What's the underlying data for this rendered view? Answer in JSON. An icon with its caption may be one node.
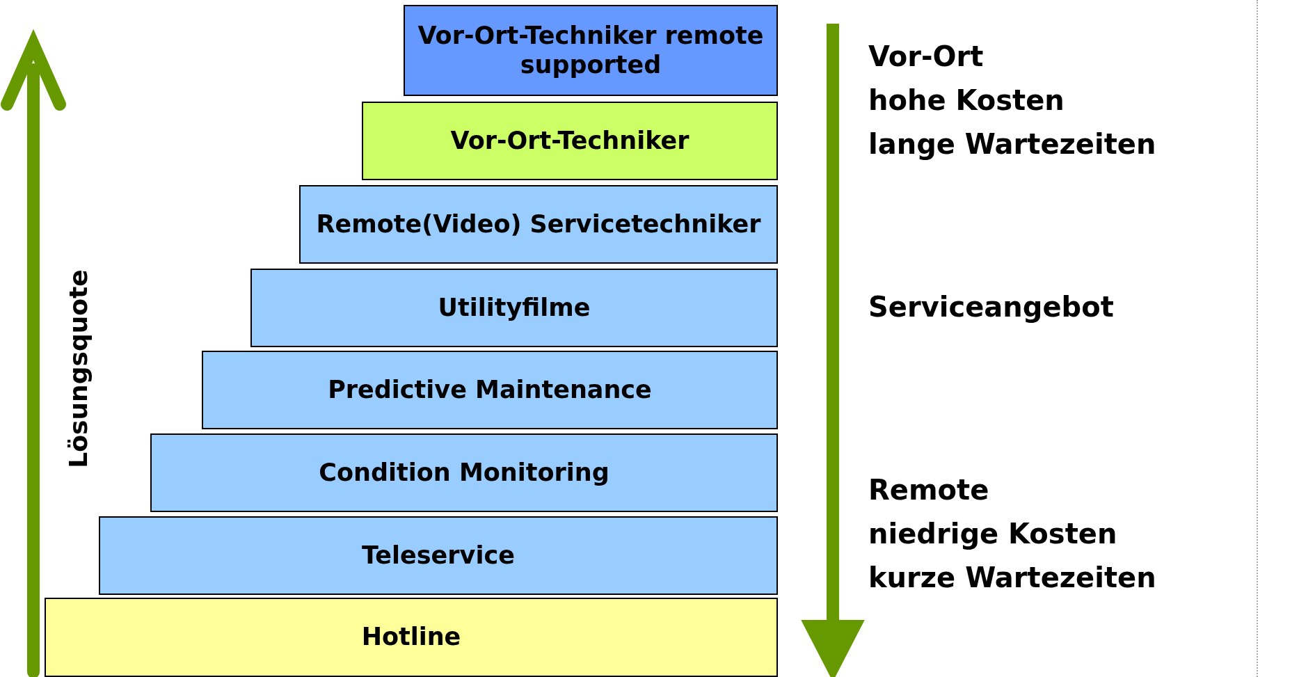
{
  "diagram": {
    "nodes": [
      {
        "text": [
          "Vor-Ort-Techniker remote supported"
        ]
      },
      {
        "text": [
          "Vor-Ort-Techniker"
        ]
      },
      {
        "text": [
          "Remote(Video) Servicetechniker"
        ]
      },
      {
        "text": [
          "Utilityfilme"
        ]
      },
      {
        "text": [
          "Predictive Maintenance"
        ]
      },
      {
        "text": [
          "Condition Monitoring"
        ]
      },
      {
        "text": [
          "Teleservice"
        ]
      },
      {
        "text": [
          "Hotline"
        ]
      }
    ],
    "labels": [
      "Lösungsquote",
      "Vor-Ort",
      "hohe Kosten",
      "lange Wartezeiten",
      "Serviceangebot",
      "Remote",
      "niedrige Kosten",
      "kurze Wartezeiten"
    ]
  }
}
